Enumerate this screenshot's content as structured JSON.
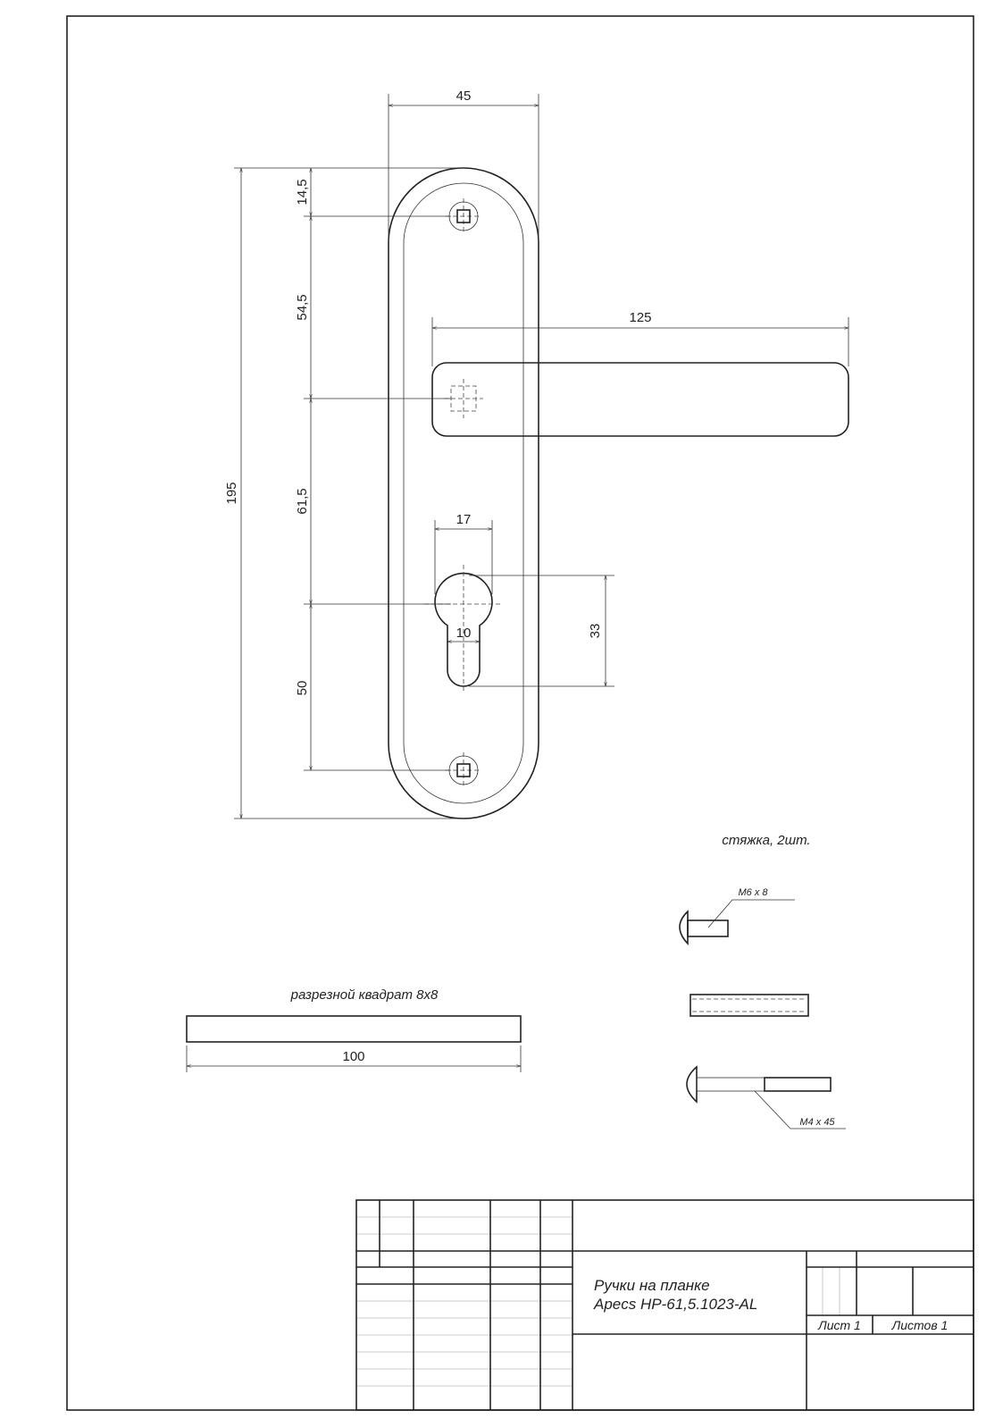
{
  "dimensions": {
    "plate_width": "45",
    "handle_length": "125",
    "total_height": "195",
    "top_to_hole": "14,5",
    "hole_to_spindle": "54,5",
    "spindle_to_cylinder": "61,5",
    "cylinder_to_hole": "50",
    "cylinder_width": "17",
    "cylinder_slot": "10",
    "cylinder_height": "33"
  },
  "spindle": {
    "label": "разрезной квадрат 8х8",
    "length": "100"
  },
  "fasteners": {
    "title": "стяжка, 2шт.",
    "screw_small": "M6 x 8",
    "screw_long": "M4 x 45"
  },
  "title_block": {
    "title_line1": "Ручки на планке",
    "title_line2": "Apecs HP-61,5.1023-AL",
    "sheet": "Лист 1",
    "sheets": "Листов 1"
  }
}
